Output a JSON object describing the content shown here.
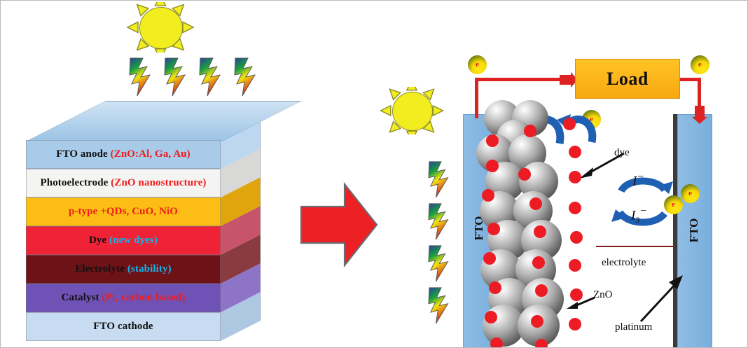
{
  "figure": {
    "title": "Dye-sensitized solar cell schematic",
    "colors": {
      "sun": "#f2ed1f",
      "load": "#ffc324",
      "wire": "#de2222",
      "arrow_big": "#ed2024",
      "electrode": "#8fbde4",
      "dye_dot": "#ed1c24",
      "electron_hop_arrow": "#1f5fb4",
      "platinum": "#3b3b3b",
      "label_red": "#f01c1c",
      "label_cyan": "#17b3e8"
    }
  },
  "left_panel": {
    "name": "layered-device-stack",
    "layers": [
      {
        "id": "fto-anode",
        "label": "FTO anode",
        "detail": "(ZnO:Al, Ga, Au)",
        "detail_color": "red",
        "face": "#a7cbe9",
        "side": "#bcd7ef",
        "top": "#cfe3f4"
      },
      {
        "id": "photoelectrode",
        "label": "Photoelectrode",
        "detail": "(ZnO nanostructure)",
        "detail_color": "red",
        "face": "#f4f4f2",
        "side": "#d8d8d6",
        "top": "#ffffff"
      },
      {
        "id": "p-type",
        "label": "p-type +QDs, CuO, NiO",
        "detail": "",
        "detail_color": "red",
        "face": "#fcbe14",
        "side": "#e0a50d",
        "top": "#ffd25c"
      },
      {
        "id": "dye",
        "label": "Dye",
        "detail": "(new dyes)",
        "detail_color": "cyan",
        "face": "#ef2236",
        "side": "#c7546a",
        "top": "#f7b9bf"
      },
      {
        "id": "electrolyte",
        "label": "Electrolyte",
        "detail": "(stability)",
        "detail_color": "cyan",
        "face": "#6d1318",
        "side": "#8a3b3f",
        "top": "#b07577"
      },
      {
        "id": "catalyst",
        "label": "Catalyst",
        "detail": "(Pt, carbon based)",
        "detail_color": "red",
        "face": "#6f52b5",
        "side": "#8e74c6",
        "top": "#b7a4dc"
      },
      {
        "id": "fto-cathode",
        "label": "FTO cathode",
        "detail": "",
        "detail_color": "red",
        "face": "#c7dcf0",
        "side": "#aec8e2",
        "top": "#dcebf8"
      }
    ]
  },
  "center": {
    "arrow_name": "transition-arrow-right"
  },
  "right_panel": {
    "load_label": "Load",
    "anode_label": "FTO",
    "cathode_label": "FTO",
    "annotations": {
      "dye": "dye",
      "zno": "ZnO",
      "electrolyte": "electrolyte",
      "platinum": "platinum"
    },
    "redox": {
      "oxidized": "I",
      "oxidized_sup": "−",
      "reduced": "I",
      "reduced_sub": "3",
      "reduced_sup": "−"
    },
    "electron_symbol": "e"
  }
}
